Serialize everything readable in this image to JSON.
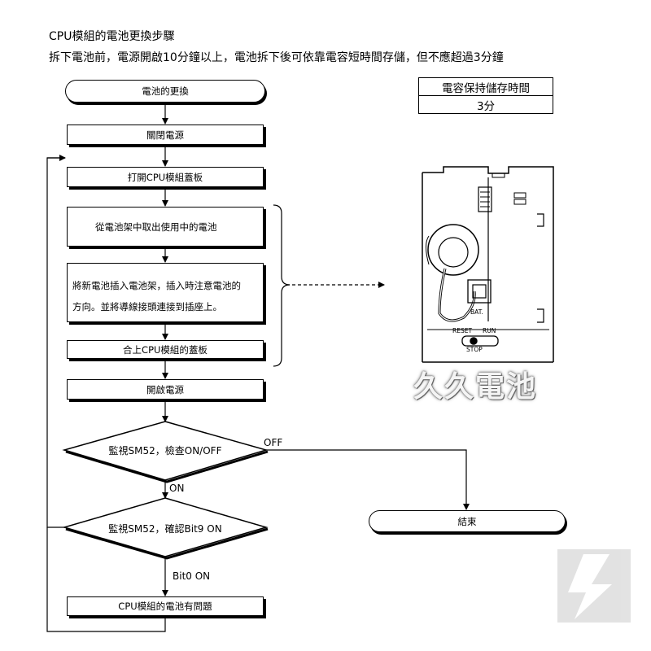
{
  "header": {
    "title": "CPU模組的電池更換步驟",
    "subtitle": "拆下電池前，電源開啟10分鐘以上，電池拆下後可依靠電容短時間存儲，但不應超過3分鐘"
  },
  "flow": {
    "start": "電池的更換",
    "step1": "關閉電源",
    "step2": "打開CPU模組蓋板",
    "step3": "從電池架中取出使用中的電池",
    "step4_line1": "將新電池插入電池架，插入時注意電池的",
    "step4_line2": "方向。並將導線接頭連接到插座上。",
    "step5": "合上CPU模組的蓋板",
    "step6": "開啟電源",
    "decision1": "監視SM52，檢查ON/OFF",
    "decision2": "監視SM52，確認Bit9 ON",
    "label_off": "OFF",
    "label_on": "ON",
    "label_bit0": "Bit0 ON",
    "end": "結束",
    "problem": "CPU模組的電池有問題"
  },
  "retention_table": {
    "header": "電容保持儲存時間",
    "value": "3分"
  },
  "device": {
    "bat_label": "BAT.",
    "reset_label": "RESET",
    "run_label": "RUN",
    "stop_label": "STOP",
    "watermark": "久久電池"
  }
}
